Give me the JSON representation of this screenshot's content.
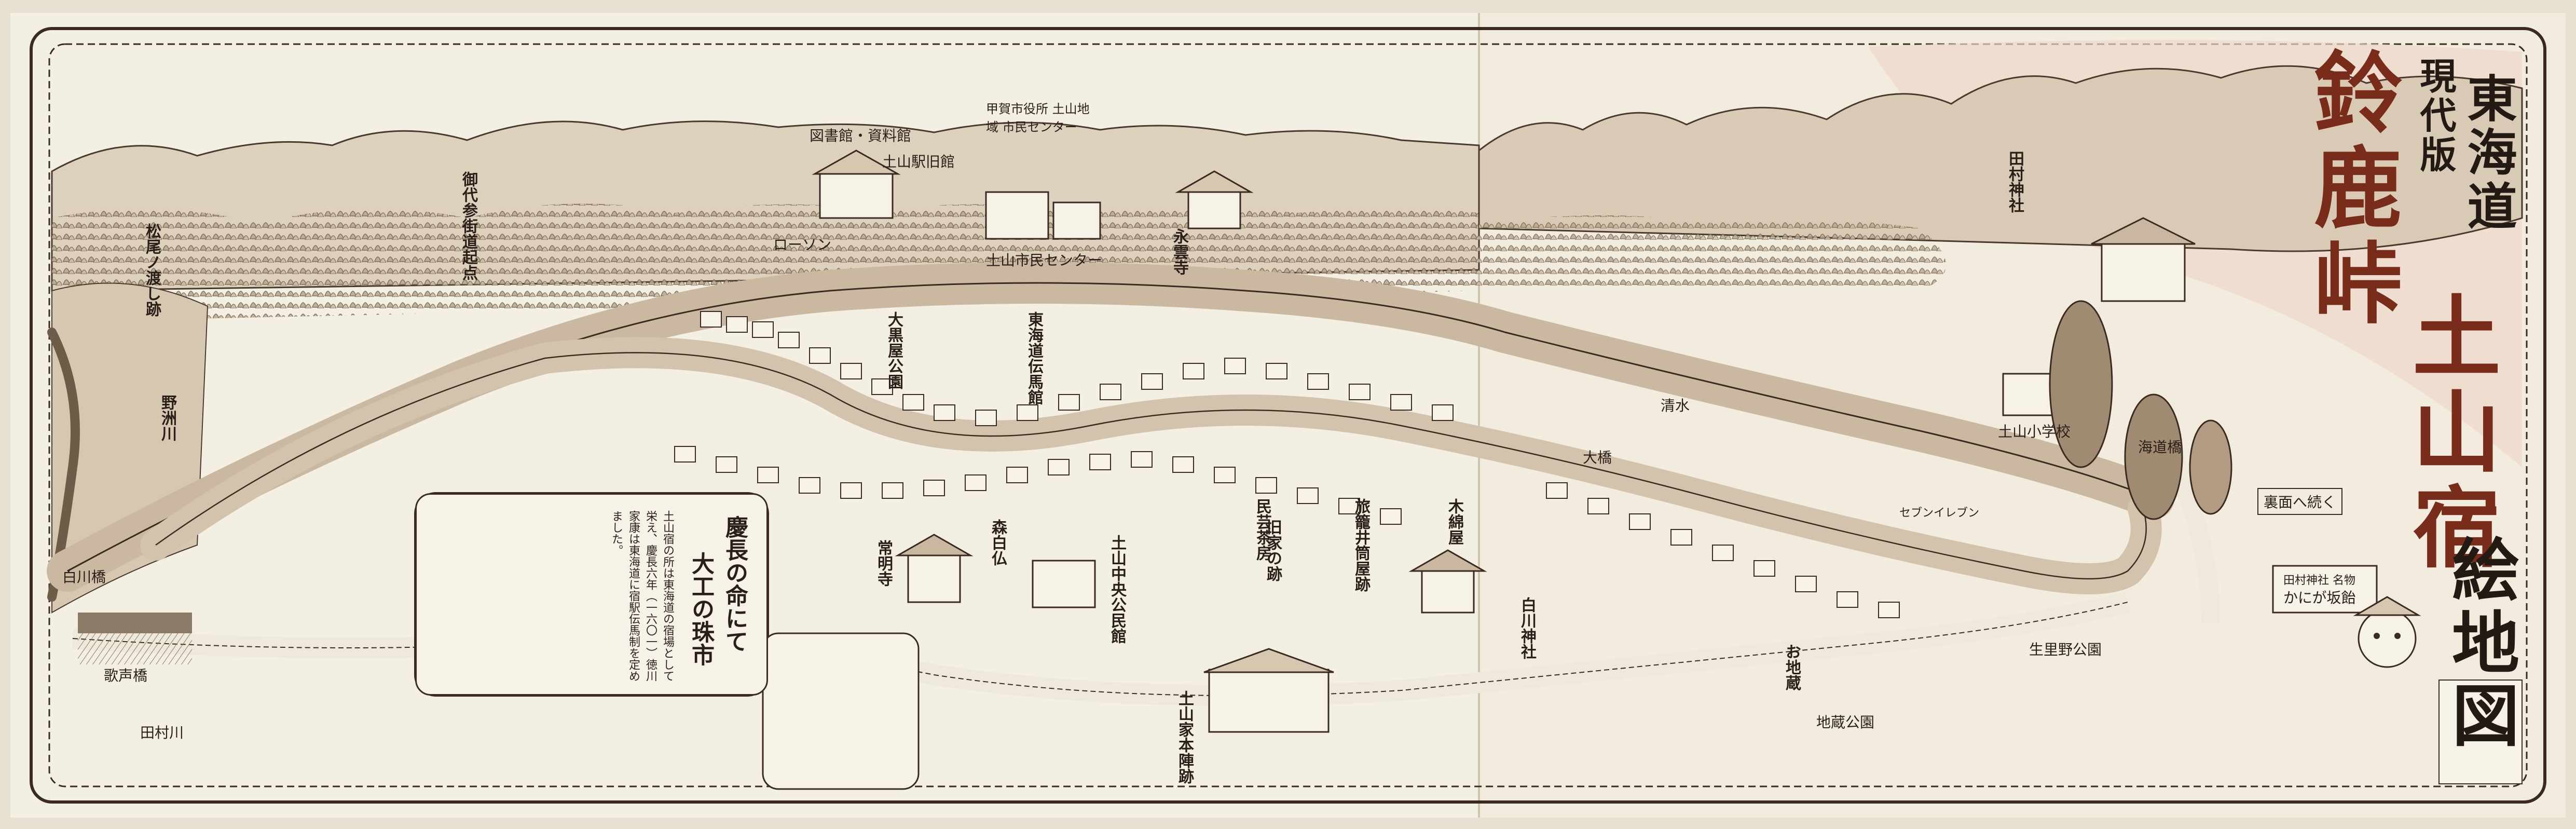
{
  "title": {
    "edition": "現代版",
    "road": "東海道",
    "pass": "鈴鹿峠",
    "town": "土山宿",
    "map_label": "絵地図"
  },
  "box": {
    "heading_1": "慶長の命にて",
    "heading_2": "大工の珠市",
    "body": "土山宿の所は東海道の宿場として栄え、慶長六年（一六〇一）徳川家康は東海道に宿駅伝馬制を定めました。"
  },
  "places": {
    "library": "図書館・資料館",
    "station": "土山駅旧館",
    "center": "甲賀市役所 土山地域 市民センター",
    "lawson": "ローソン",
    "citizen_center": "土山市民センター",
    "eieji": "永雲寺",
    "tamura_shrine": "田村神社",
    "shirakawa_bridge": "白川橋",
    "utazaka_bridge": "歌声橋",
    "nosukawa": "野洲川",
    "tamurakawa": "田村川",
    "shirakawa_shrine": "白川神社",
    "nakano_hall": "土山中央公民館",
    "honjin": "土山家本陣跡",
    "tokaido_museum": "東海道伝馬館",
    "seiryu": "常明寺",
    "oda": "大黒屋公園",
    "kyoyusha": "旧家の跡",
    "minsyu": "民芸茶房",
    "dogo": "森白仏",
    "kaijo": "海道橋",
    "continue": "裏面へ続く",
    "sixth_store": "セブンイレブン",
    "kanimo": "かにが坂飴",
    "hanzan": "田村神社 名物",
    "ojiji_park": "生里野公園",
    "ojizou": "お地蔵",
    "rochi_park": "地蔵公園",
    "matsuo": "松尾ノ渡し跡",
    "gokura": "御代参街道起点",
    "ishii": "旅籠井筒屋跡",
    "momen": "木綿屋",
    "ohashi": "大橋",
    "shimizu": "清水",
    "dojo": "土山小学校"
  }
}
